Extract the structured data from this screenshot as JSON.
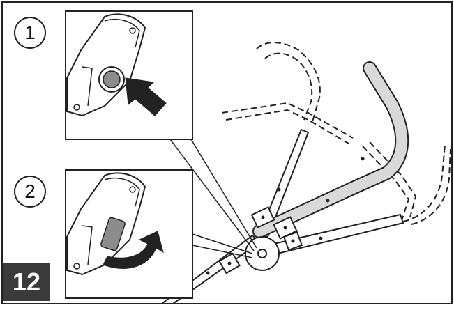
{
  "steps": [
    {
      "number": "1",
      "action_icon": "push-arrow-icon"
    },
    {
      "number": "2",
      "action_icon": "rotate-arrow-icon"
    }
  ],
  "figure_number": "12",
  "colors": {
    "line": "#222222",
    "frame_fill": "#d9d9d9",
    "button_fill": "#8c8c8c",
    "badge_bg": "#3a3a3a",
    "badge_text": "#ffffff"
  }
}
